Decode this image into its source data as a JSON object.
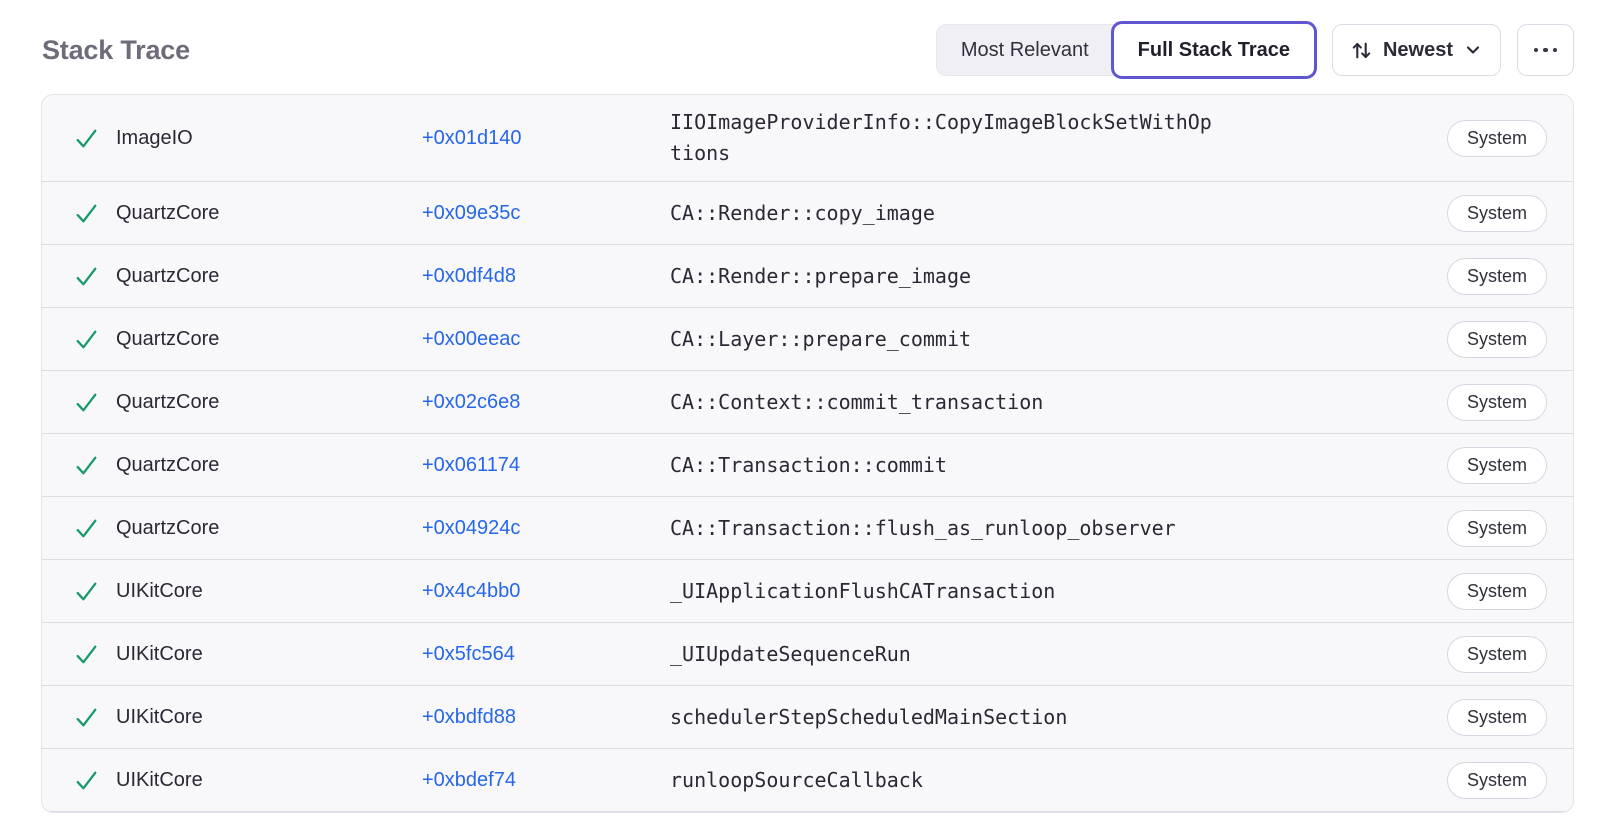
{
  "page": {
    "title": "Stack Trace"
  },
  "header": {
    "view_toggle": [
      {
        "label": "Most Relevant",
        "active": false
      },
      {
        "label": "Full Stack Trace",
        "active": true
      }
    ],
    "sort_button": {
      "label": "Newest",
      "icon": "sort-arrows-icon",
      "chevron": "chevron-down-icon"
    },
    "more_button": {
      "icon": "ellipsis-icon"
    }
  },
  "colors": {
    "accent_purple": "#6156d2",
    "link_blue": "#2666e8",
    "check_green": "#18996b",
    "title_gray": "#6f6b7a",
    "row_background": "#f8f8fb"
  },
  "table": {
    "rows": [
      {
        "module": "ImageIO",
        "offset": "+0x01d140",
        "function": "IIOImageProviderInfo::CopyImageBlockSetWithOptions",
        "badge": "System"
      },
      {
        "module": "QuartzCore",
        "offset": "+0x09e35c",
        "function": "CA::Render::copy_image",
        "badge": "System"
      },
      {
        "module": "QuartzCore",
        "offset": "+0x0df4d8",
        "function": "CA::Render::prepare_image",
        "badge": "System"
      },
      {
        "module": "QuartzCore",
        "offset": "+0x00eeac",
        "function": "CA::Layer::prepare_commit",
        "badge": "System"
      },
      {
        "module": "QuartzCore",
        "offset": "+0x02c6e8",
        "function": "CA::Context::commit_transaction",
        "badge": "System"
      },
      {
        "module": "QuartzCore",
        "offset": "+0x061174",
        "function": "CA::Transaction::commit",
        "badge": "System"
      },
      {
        "module": "QuartzCore",
        "offset": "+0x04924c",
        "function": "CA::Transaction::flush_as_runloop_observer",
        "badge": "System"
      },
      {
        "module": "UIKitCore",
        "offset": "+0x4c4bb0",
        "function": "_UIApplicationFlushCATransaction",
        "badge": "System"
      },
      {
        "module": "UIKitCore",
        "offset": "+0x5fc564",
        "function": "_UIUpdateSequenceRun",
        "badge": "System"
      },
      {
        "module": "UIKitCore",
        "offset": "+0xbdfd88",
        "function": "schedulerStepScheduledMainSection",
        "badge": "System"
      },
      {
        "module": "UIKitCore",
        "offset": "+0xbdef74",
        "function": "runloopSourceCallback",
        "badge": "System"
      }
    ]
  }
}
